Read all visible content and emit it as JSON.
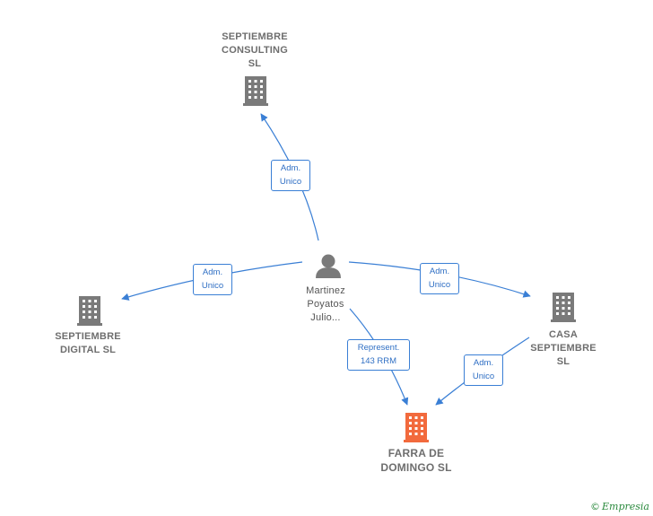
{
  "nodes": {
    "consulting": {
      "label": "SEPTIEMBRE\nCONSULTING\nSL"
    },
    "digital": {
      "label": "SEPTIEMBRE\nDIGITAL  SL"
    },
    "casa": {
      "label": "CASA\nSEPTIEMBRE\nSL"
    },
    "farra": {
      "label": "FARRA DE\nDOMINGO  SL"
    },
    "person": {
      "label": "Martinez\nPoyatos\nJulio..."
    }
  },
  "edges": {
    "to_consulting": {
      "label": "Adm.\nUnico"
    },
    "to_digital": {
      "label": "Adm.\nUnico"
    },
    "to_casa": {
      "label": "Adm.\nUnico"
    },
    "to_farra": {
      "label": "Represent.\n143 RRM"
    },
    "casa_to_farra": {
      "label": "Adm.\nUnico"
    }
  },
  "colors": {
    "edge": "#3a7fd5",
    "building": "#7a7a7a",
    "building_highlight": "#f26a3d",
    "person": "#7a7a7a"
  },
  "icons": {
    "company": "building-icon",
    "person": "person-icon"
  },
  "footer": {
    "copyright": "©",
    "brand": "Empresia"
  }
}
